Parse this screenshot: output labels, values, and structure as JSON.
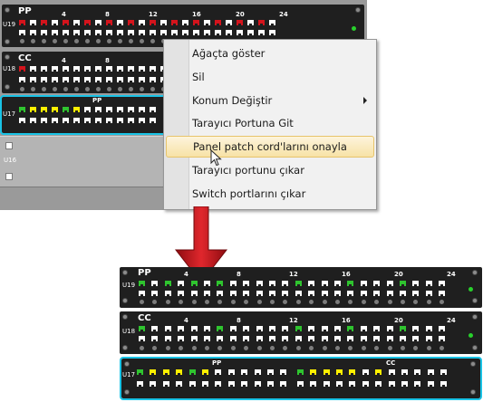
{
  "top": {
    "pp_panel": {
      "label": "PP",
      "unit": "U19",
      "numbers": [
        "4",
        "8",
        "12",
        "16",
        "20",
        "24"
      ]
    },
    "cc_panel": {
      "label": "CC",
      "unit": "U18",
      "numbers": [
        "4",
        "8"
      ]
    },
    "u17_panel": {
      "unit": "U17",
      "pp_label": "PP"
    },
    "u16": {
      "unit": "U16"
    }
  },
  "context_menu": {
    "items": [
      {
        "label": "Ağaçta göster"
      },
      {
        "label": "Sil"
      },
      {
        "label": "Konum Değiştir",
        "has_submenu": true
      },
      {
        "label": "Tarayıcı Portuna Git"
      },
      {
        "label": "Panel patch cord'larını onayla",
        "highlighted": true
      },
      {
        "label": "Tarayıcı portunu çıkar"
      },
      {
        "label": "Switch portlarını çıkar"
      }
    ]
  },
  "bottom": {
    "pp_panel": {
      "label": "PP",
      "unit": "U19",
      "numbers": [
        "4",
        "8",
        "12",
        "16",
        "20",
        "24"
      ]
    },
    "cc_panel": {
      "label": "CC",
      "unit": "U18",
      "numbers": [
        "4",
        "8",
        "12",
        "16",
        "20",
        "24"
      ]
    },
    "u17_panel": {
      "unit": "U17",
      "pp_label": "PP",
      "cc_label": "CC"
    }
  },
  "colors": {
    "port_red": "#d4141c",
    "port_green": "#2fc42f",
    "port_yellow": "#fff000",
    "port_white": "#ffffff",
    "selection": "#19c3e6",
    "arrow": "#c9161d"
  }
}
